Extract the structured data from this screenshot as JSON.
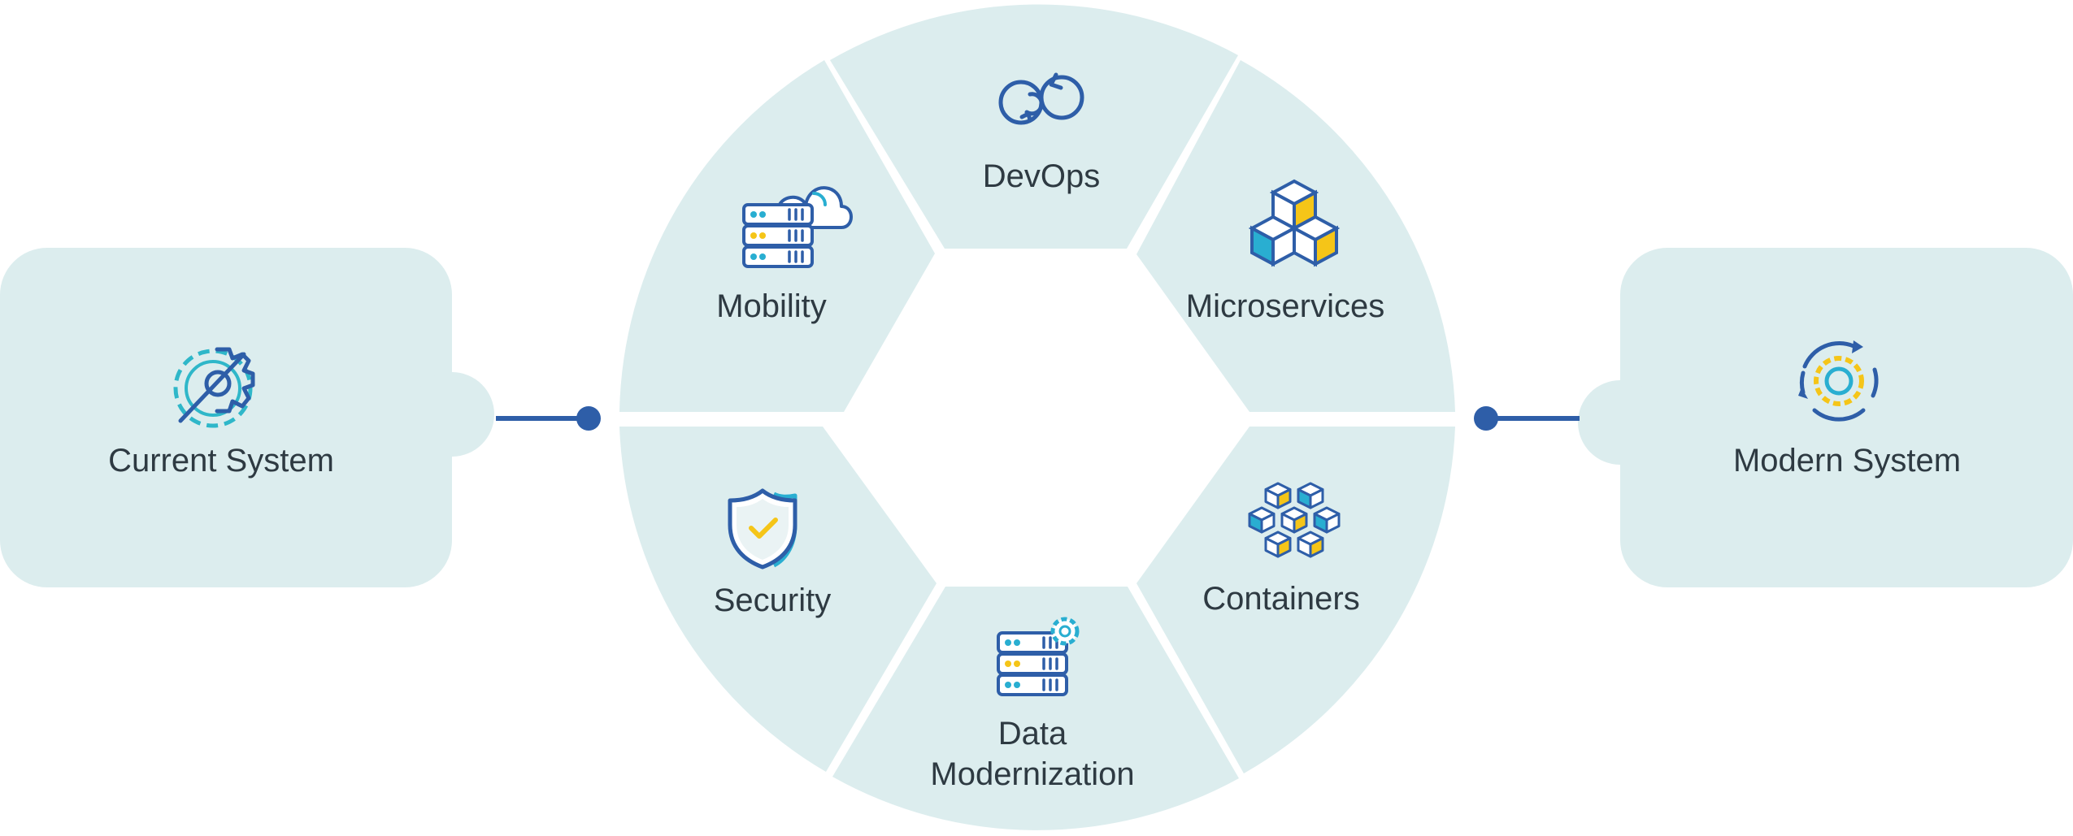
{
  "left_box": {
    "label": "Current System",
    "icon": "broken-gear-icon"
  },
  "right_box": {
    "label": "Modern System",
    "icon": "gear-cycle-icon"
  },
  "segments": [
    {
      "id": "devops",
      "lines": [
        "DevOps"
      ],
      "icon": "infinity-refresh-icon"
    },
    {
      "id": "microservices",
      "lines": [
        "Microservices"
      ],
      "icon": "cubes-icon"
    },
    {
      "id": "containers",
      "lines": [
        "Containers"
      ],
      "icon": "container-grid-icon"
    },
    {
      "id": "data-modernization",
      "lines": [
        "Data",
        "Modernization"
      ],
      "icon": "server-gear-icon"
    },
    {
      "id": "security",
      "lines": [
        "Security"
      ],
      "icon": "shield-check-icon"
    },
    {
      "id": "mobility",
      "lines": [
        "Mobility"
      ],
      "icon": "server-cloud-icon"
    }
  ],
  "colors": {
    "panel": "#dcedee",
    "line": "#2e5ea8",
    "accent_cyan": "#29aed1",
    "accent_yellow": "#f5c518",
    "text": "#2e3a42"
  }
}
